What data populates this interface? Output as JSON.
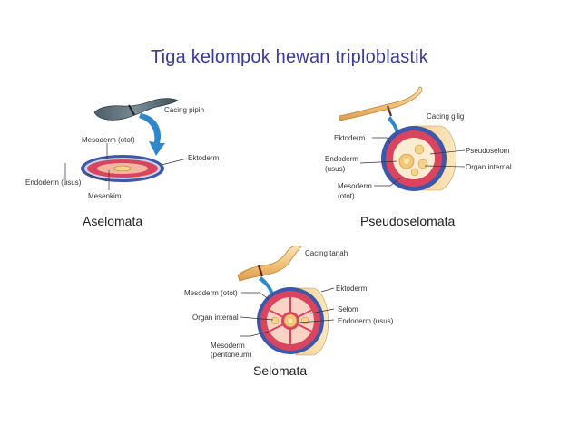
{
  "title": "Tiga kelompok hewan triploblastik",
  "colors": {
    "title": "#3a3a9c",
    "ektoderm": "#3f57a8",
    "mesoderm": "#d9455f",
    "endoderm": "#f3c678",
    "body_fill": "#f7e2b5",
    "arrow": "#2f88c9"
  },
  "aselomata": {
    "group_label": "Aselomata",
    "animal": "Cacing pipih",
    "ektoderm": "Ektoderm",
    "mesoderm": "Mesoderm (otot)",
    "endoderm": "Endoderm (usus)",
    "mesenkim": "Mesenkim"
  },
  "pseudoselomata": {
    "group_label": "Pseudoselomata",
    "animal": "Cacing gilig",
    "ektoderm": "Ektoderm",
    "endoderm_1": "Endoderm",
    "endoderm_2": "(usus)",
    "mesoderm_1": "Mesoderm",
    "mesoderm_2": "(otot)",
    "pseudoselom": "Pseudoselom",
    "organ": "Organ internal"
  },
  "selomata": {
    "group_label": "Selomata",
    "animal": "Cacing tanah",
    "mesoderm_otot": "Mesoderm (otot)",
    "organ": "Organ internal",
    "mesoderm_1": "Mesoderm",
    "mesoderm_2": "(peritoneum)",
    "ektoderm": "Ektoderm",
    "selom": "Selom",
    "endoderm": "Endoderm (usus)"
  }
}
